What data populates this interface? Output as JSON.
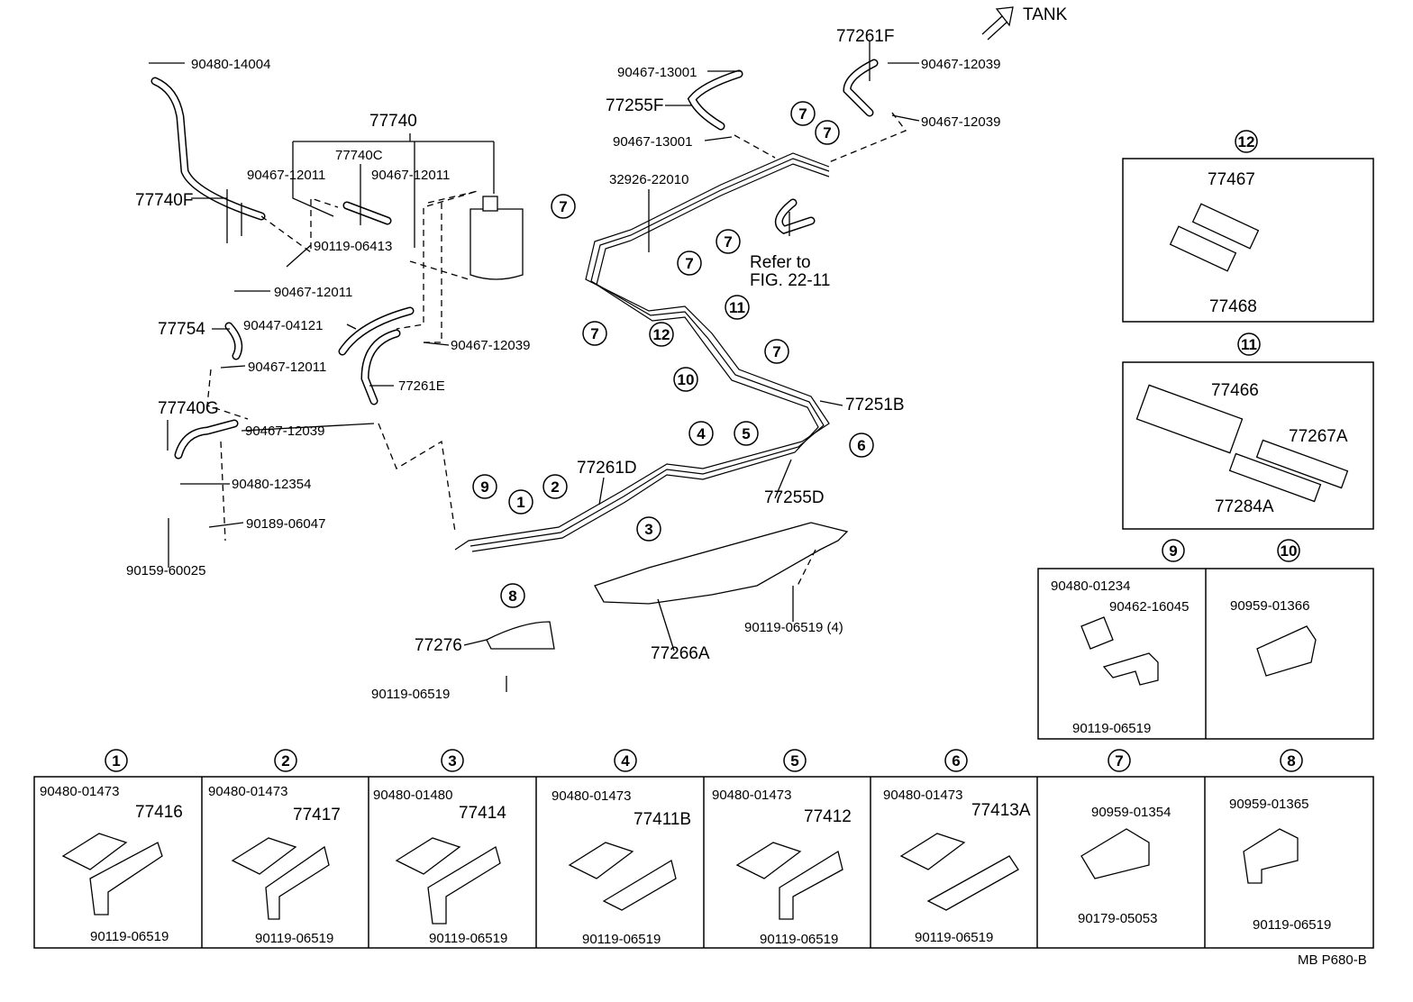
{
  "figure_id": "MB P680-B",
  "direction_label": "TANK",
  "main_parts": [
    "77261F",
    "90467-12039",
    "90467-12039",
    "90467-13001",
    "77255F",
    "90467-13001",
    "32926-22010",
    "90480-14004",
    "77740",
    "77740C",
    "90467-12011",
    "90467-12011",
    "77740F",
    "90119-06413",
    "90467-12011",
    "77754",
    "90447-04121",
    "90467-12039",
    "90467-12011",
    "77261E",
    "77740G",
    "90467-12039",
    "90480-12354",
    "90189-06047",
    "90159-60025",
    "77251B",
    "77261D",
    "77255D",
    "77266A",
    "90119-06519 (4)",
    "77276",
    "90119-06519"
  ],
  "reference": {
    "line1": "Refer to",
    "line2": "FIG. 22-11"
  },
  "clamp_callouts": [
    "7",
    "7",
    "7",
    "7",
    "7",
    "7",
    "11",
    "12",
    "7",
    "10",
    "6",
    "4",
    "5",
    "3",
    "9",
    "1",
    "2",
    "8"
  ],
  "detail_12": {
    "number": "12",
    "parts": [
      "77467",
      "77468"
    ]
  },
  "detail_11": {
    "number": "11",
    "parts": [
      "77466",
      "77267A",
      "77284A"
    ]
  },
  "detail_9": {
    "number": "9",
    "parts": [
      "90480-01234",
      "90462-16045",
      "90119-06519"
    ]
  },
  "detail_10": {
    "number": "10",
    "parts": [
      "90959-01366"
    ]
  },
  "clamp_table": [
    {
      "number": "1",
      "parts": [
        "90480-01473",
        "77416",
        "90119-06519"
      ]
    },
    {
      "number": "2",
      "parts": [
        "90480-01473",
        "77417",
        "90119-06519"
      ]
    },
    {
      "number": "3",
      "parts": [
        "90480-01480",
        "77414",
        "90119-06519"
      ]
    },
    {
      "number": "4",
      "parts": [
        "90480-01473",
        "77411B",
        "90119-06519"
      ]
    },
    {
      "number": "5",
      "parts": [
        "90480-01473",
        "77412",
        "90119-06519"
      ]
    },
    {
      "number": "6",
      "parts": [
        "90480-01473",
        "77413A",
        "90119-06519"
      ]
    },
    {
      "number": "7",
      "parts": [
        "90959-01354",
        "90179-05053"
      ]
    },
    {
      "number": "8",
      "parts": [
        "90959-01365",
        "90119-06519"
      ]
    }
  ]
}
